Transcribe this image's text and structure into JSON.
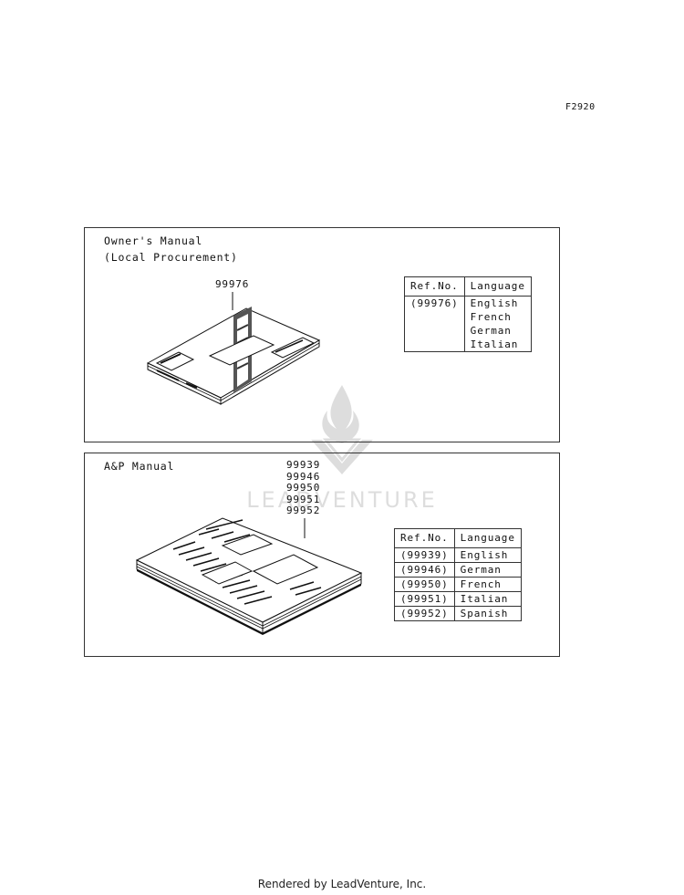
{
  "figure_code": "F2920",
  "owners_manual": {
    "title": "Owner's Manual",
    "subtitle": "(Local Procurement)",
    "part_number": "99976",
    "table": {
      "headers": [
        "Ref.No.",
        "Language"
      ],
      "ref": "(99976)",
      "languages": [
        "English",
        "French",
        "German",
        "Italian"
      ]
    }
  },
  "ap_manual": {
    "title": "A&P Manual",
    "part_numbers": [
      "99939",
      "99946",
      "99950",
      "99951",
      "99952"
    ],
    "table": {
      "headers": [
        "Ref.No.",
        "Language"
      ],
      "rows": [
        {
          "ref": "(99939)",
          "language": "English"
        },
        {
          "ref": "(99946)",
          "language": "German"
        },
        {
          "ref": "(99950)",
          "language": "French"
        },
        {
          "ref": "(99951)",
          "language": "Italian"
        },
        {
          "ref": "(99952)",
          "language": "Spanish"
        }
      ]
    }
  },
  "watermark_text": "LEADVENTURE",
  "footer": "Rendered by LeadVenture, Inc."
}
